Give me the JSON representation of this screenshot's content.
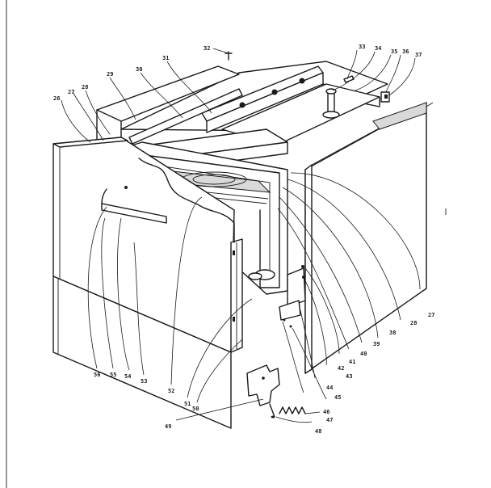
{
  "callouts": [
    {
      "id": "c32",
      "text": "32"
    },
    {
      "id": "c33",
      "text": "33"
    },
    {
      "id": "c34",
      "text": "34"
    },
    {
      "id": "c35",
      "text": "35"
    },
    {
      "id": "c36",
      "text": "36"
    },
    {
      "id": "c37",
      "text": "37"
    },
    {
      "id": "c31",
      "text": "31"
    },
    {
      "id": "c30",
      "text": "30"
    },
    {
      "id": "c29",
      "text": "29"
    },
    {
      "id": "c28",
      "text": "28"
    },
    {
      "id": "c27",
      "text": "27"
    },
    {
      "id": "c26",
      "text": "26"
    },
    {
      "id": "c_r27",
      "text": "27"
    },
    {
      "id": "c_r28",
      "text": "28"
    },
    {
      "id": "c_r38",
      "text": "38"
    },
    {
      "id": "c_r39",
      "text": "39"
    },
    {
      "id": "c_r40",
      "text": "40"
    },
    {
      "id": "c_r41",
      "text": "41"
    },
    {
      "id": "c_r42",
      "text": "42"
    },
    {
      "id": "c_r43",
      "text": "43"
    },
    {
      "id": "c_r44",
      "text": "44"
    },
    {
      "id": "c_r45",
      "text": "45"
    },
    {
      "id": "c_r46",
      "text": "46"
    },
    {
      "id": "c_r47",
      "text": "47"
    },
    {
      "id": "c_r48",
      "text": "48"
    },
    {
      "id": "c_b49",
      "text": "49"
    },
    {
      "id": "c_b50",
      "text": "50"
    },
    {
      "id": "c_b51",
      "text": "51"
    },
    {
      "id": "c_b52",
      "text": "52"
    },
    {
      "id": "c_b53",
      "text": "53"
    },
    {
      "id": "c_b54",
      "text": "54"
    },
    {
      "id": "c_b55",
      "text": "55"
    },
    {
      "id": "c_b56",
      "text": "56"
    }
  ]
}
